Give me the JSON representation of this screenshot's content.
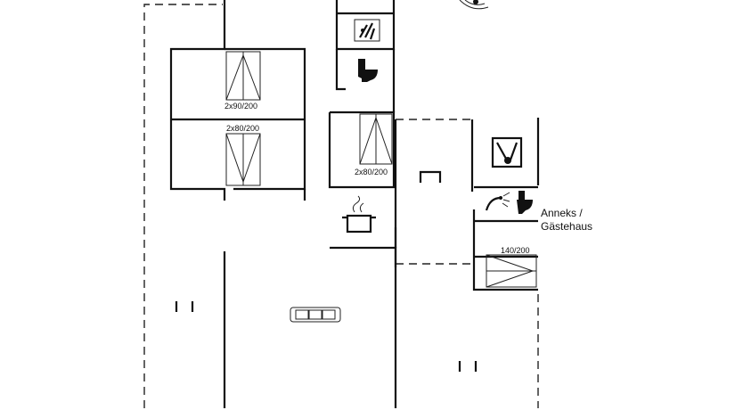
{
  "beds": [
    {
      "label": "2x90/200"
    },
    {
      "label": "2x80/200"
    },
    {
      "label": "2x80/200"
    },
    {
      "label": "140/200"
    }
  ],
  "annex": {
    "line1": "Anneks /",
    "line2": "Gästehaus"
  },
  "icons": [
    "compass-icon",
    "kitchen-icon",
    "toilet-icon",
    "shower-icon",
    "utility-icon",
    "washer-icon",
    "sofa-icon",
    "cooking-pot-icon"
  ]
}
